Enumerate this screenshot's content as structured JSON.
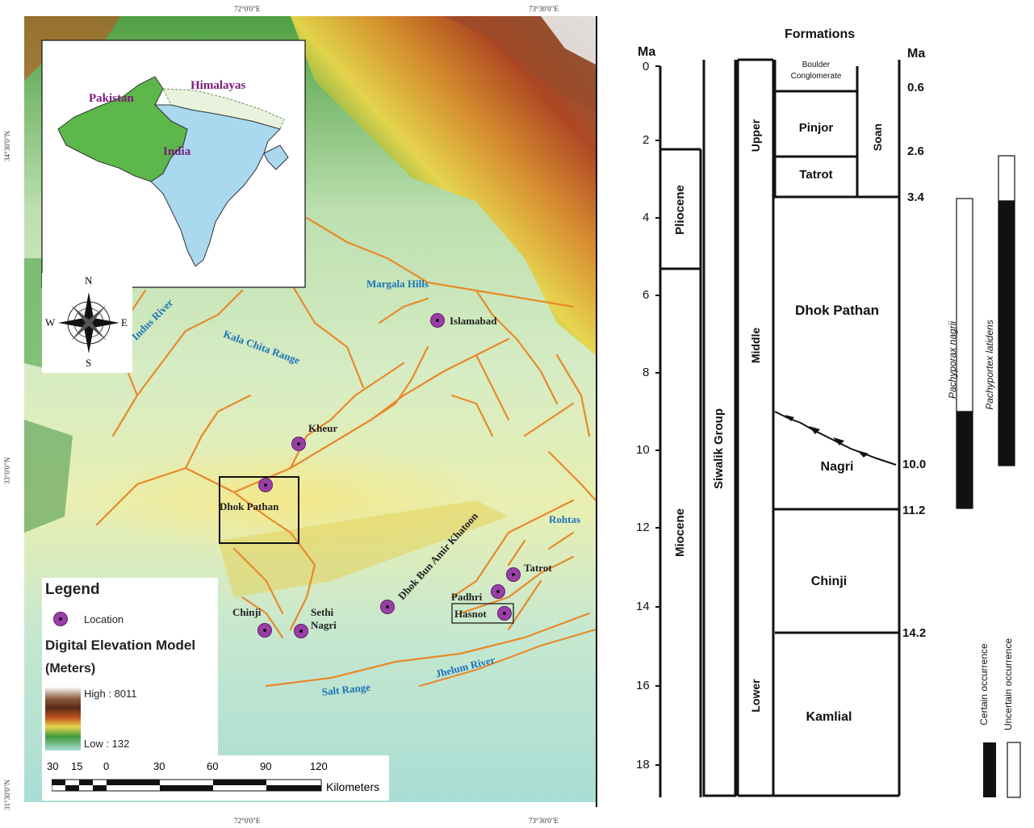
{
  "map": {
    "coords_top": [
      "72°0'0\"E",
      "73°30'0\"E"
    ],
    "coords_bottom": [
      "72°0'0\"E",
      "73°30'0\"E"
    ],
    "coords_left": [
      "34°30'0\"N",
      "33°0'0\"N",
      "31°30'0\"N"
    ],
    "inset": {
      "pakistan": "Pakistan",
      "himalayas": "Himalayas",
      "india": "India"
    },
    "compass": {
      "n": "N",
      "s": "S",
      "e": "E",
      "w": "W"
    },
    "water_labels": {
      "margala": "Margala Hills",
      "indus": "Indus River",
      "kala_chita": "Kala Chita Range",
      "rohtas": "Rohtas",
      "jhelum": "Jhelum River",
      "salt_range": "Salt Range",
      "dhok_bun": "Dhok Bun Amir Khatoon"
    },
    "places": {
      "islamabad": "Islamabad",
      "kheur": "Kheur",
      "dhok_pathan": "Dhok Pathan",
      "tatrot": "Tatrot",
      "padhri": "Padhri",
      "hasnot": "Hasnot",
      "chinji": "Chinji",
      "sethi_nagri": "Sethi\nNagri"
    },
    "legend": {
      "title": "Legend",
      "location": "Location",
      "dem_title": "Digital Elevation Model",
      "units": "(Meters)",
      "high": "High : 8011",
      "low": "Low : 132"
    },
    "scale": {
      "ticks": [
        "30",
        "15",
        "0",
        "30",
        "60",
        "90",
        "120"
      ],
      "unit": "Kilometers"
    },
    "colors": {
      "marker": "#9b3fa8",
      "river": "#e8892c",
      "water_label": "#1e73b8",
      "pakistan": "#5cb84a",
      "india": "#a9d8ef"
    }
  },
  "strat": {
    "formations_title": "Formations",
    "ma_left": "Ma",
    "ma_right": "Ma",
    "left_ticks": [
      "0",
      "2",
      "4",
      "6",
      "8",
      "10",
      "12",
      "14",
      "16",
      "18"
    ],
    "right_ages": [
      "0.6",
      "2.6",
      "3.4",
      "10.0",
      "11.2",
      "14.2"
    ],
    "epochs": {
      "pliocene": "Pliocene",
      "miocene": "Miocene"
    },
    "group": "Siwalik Group",
    "subdivisions": {
      "upper": "Upper",
      "middle": "Middle",
      "lower": "Lower"
    },
    "formations": {
      "boulder": "Boulder\nConglomerate",
      "pinjor": "Pinjor",
      "tatrot": "Tatrot",
      "soan": "Soan",
      "dhok_pathan": "Dhok Pathan",
      "nagri": "Nagri",
      "chinji": "Chinji",
      "kamlial": "Kamlial"
    },
    "taxa": {
      "nagrii": "Pachyporax nagrii",
      "latidens": "Pachyportex latidens"
    },
    "occurrence": {
      "certain": "Certain occurrence",
      "uncertain": "Uncertain occurrence"
    }
  }
}
